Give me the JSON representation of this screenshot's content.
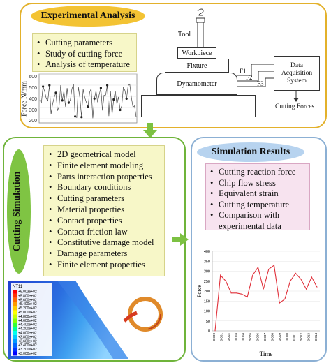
{
  "experimental": {
    "title": "Experimental Analysis",
    "items": [
      "Cutting parameters",
      "Study of cutting force",
      "Analysis of temperature"
    ],
    "force_chart": {
      "ylabel": "Force N/mm",
      "yticks": [
        "600",
        "500",
        "400",
        "300",
        "200"
      ],
      "ylim": [
        150,
        620
      ]
    },
    "setup": {
      "tool": "Tool",
      "workpiece": "Workpiece",
      "fixture": "Fixture",
      "dynamometer": "Dynamometer",
      "daq": "Data Acquisition System",
      "f1": "F1",
      "f2": "F2",
      "f3": "F3",
      "cutting_forces": "Cutting Forces"
    }
  },
  "simulation": {
    "title": "Cutting Simulation",
    "items": [
      "2D geometrical model",
      "Finite element modeling",
      "Parts interaction properties",
      "Boundary conditions",
      "Cutting parameters",
      "Material properties",
      "Contact properties",
      "Contact friction  law",
      "Constitutive damage model",
      "Damage parameters",
      "Finite element properties"
    ],
    "legend_title": "NT11",
    "legend_values": [
      "+6.003e+02",
      "+5.800e+02",
      "+5.600e+02",
      "+5.400e+02",
      "+5.200e+02",
      "+5.000e+02",
      "+4.800e+02",
      "+4.600e+02",
      "+4.400e+02",
      "+4.200e+02",
      "+4.000e+02",
      "+3.800e+02",
      "+3.600e+02",
      "+3.400e+02",
      "+3.200e+02",
      "+3.000e+02"
    ]
  },
  "results": {
    "title": "Simulation Results",
    "items": [
      "Cutting reaction force",
      "Chip flow stress",
      "Equivalent strain",
      "Cutting temperature",
      "Comparison with experimental data"
    ]
  },
  "chart_data": {
    "type": "line",
    "xlabel": "Time",
    "ylabel": "Force",
    "ylim": [
      0,
      400
    ],
    "yticks": [
      0,
      50,
      100,
      150,
      200,
      250,
      300,
      350,
      400
    ],
    "x": [
      "0.000",
      "0.001",
      "0.002",
      "0.003",
      "0.004",
      "0.005",
      "0.006",
      "0.007",
      "0.008",
      "0.009",
      "0.010",
      "0.011",
      "0.012",
      "0.013",
      "0.014"
    ],
    "series": [
      {
        "values": [
          0,
          280,
          250,
          190,
          190,
          185,
          170,
          280,
          320,
          210,
          310,
          330,
          140,
          160,
          250,
          290,
          260,
          210,
          270,
          220
        ]
      }
    ],
    "color": "#e0303a",
    "grid": true
  }
}
